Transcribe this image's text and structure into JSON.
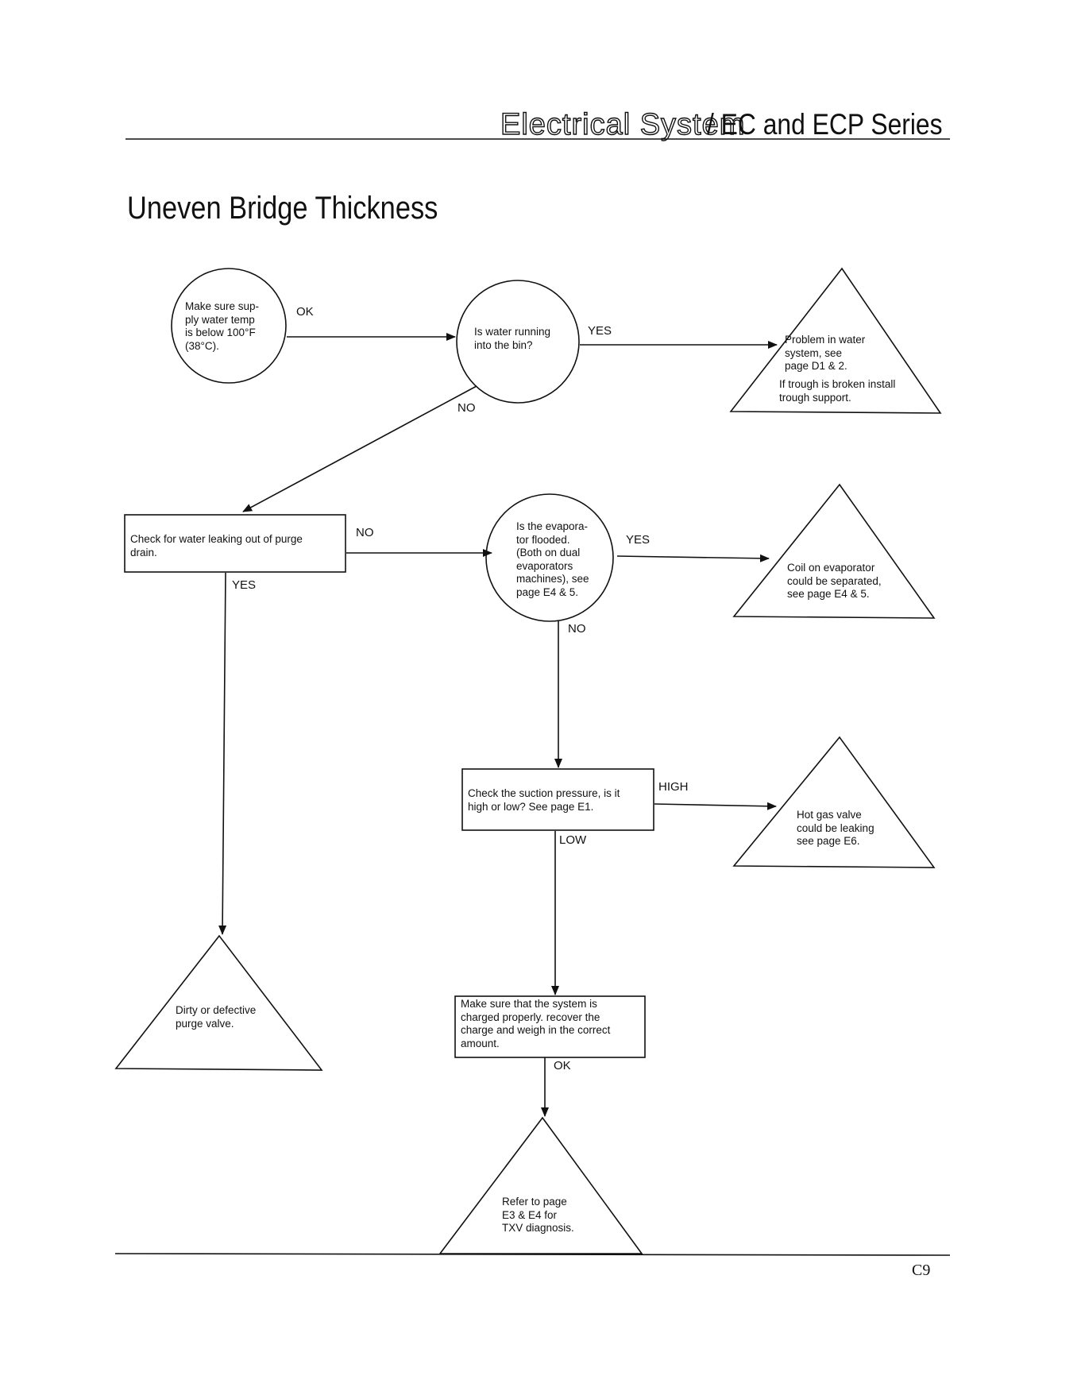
{
  "header": {
    "section": "Electrical System",
    "series": "/ EC and ECP Series"
  },
  "title": "Uneven Bridge Thickness",
  "page_number": "C9",
  "nodes": {
    "supply_temp": "Make sure sup-\nply water temp\nis below 100°F\n(38°C).",
    "water_into_bin": "Is water running\ninto the bin?",
    "problem_water": "Problem in water\nsystem, see\npage D1 & 2.",
    "problem_water_note": "If trough is broken install\ntrough support.",
    "purge_drain": "Check for  water leaking out of purge\ndrain.",
    "evap_flooded": "Is the evapora-\ntor flooded.\n(Both on dual\nevaporators\nmachines), see\npage E4 & 5.",
    "coil_separated": "Coil on evaporator\ncould be separated,\nsee page E4 & 5.",
    "suction_pressure": "Check the suction pressure, is it\nhigh or low?  See page E1.",
    "hot_gas": "Hot gas valve\ncould be leaking\nsee page E6.",
    "purge_valve": "Dirty or defective\npurge valve.",
    "charged_properly": "Make sure that the system is\ncharged properly.  recover the\ncharge and weigh in the correct\namount.",
    "txv": "Refer to page\nE3 & E4 for\nTXV diagnosis."
  },
  "labels": {
    "ok1": "OK",
    "yes1": "YES",
    "no1": "NO",
    "no2": "NO",
    "yes2": "YES",
    "yes3": "YES",
    "no3": "NO",
    "high": "HIGH",
    "low": "LOW",
    "ok2": "OK"
  }
}
